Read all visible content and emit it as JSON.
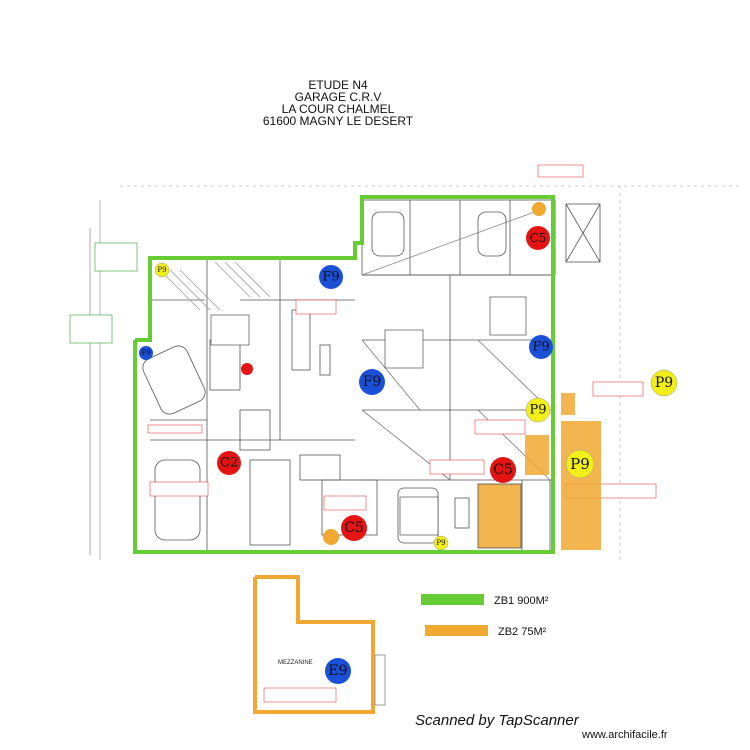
{
  "title": {
    "line1": "ETUDE N4",
    "line2": "GARAGE C.R.V",
    "line3": "LA COUR CHALMEL",
    "line4": "61600 MAGNY LE DESERT"
  },
  "mezzanine_label": "MEZZANINE",
  "legend": {
    "zb1": {
      "label": "ZB1 900M²",
      "color": "#66cc33"
    },
    "zb2": {
      "label": "ZB2 75M²",
      "color": "#f0a830"
    }
  },
  "markers": {
    "p9_a": "P9",
    "p9_b": "P9",
    "p9_c": "P9",
    "p9_d": "P9",
    "p9_e": "P9",
    "f9_a": "F9",
    "f9_b": "F9",
    "f9_c": "F9",
    "f9_d": "F9",
    "e9": "E9",
    "c5_a": "C5",
    "c5_b": "C5",
    "c5_c": "C5",
    "c2": "C2"
  },
  "colors": {
    "blue": "#1a4fd8",
    "red": "#e41414",
    "yellow": "#f2ee18",
    "orange": "#f0a830",
    "green": "#66cc33"
  },
  "footer": {
    "scanned": "Scanned by TapScanner",
    "watermark": "www.archifacile.fr"
  }
}
